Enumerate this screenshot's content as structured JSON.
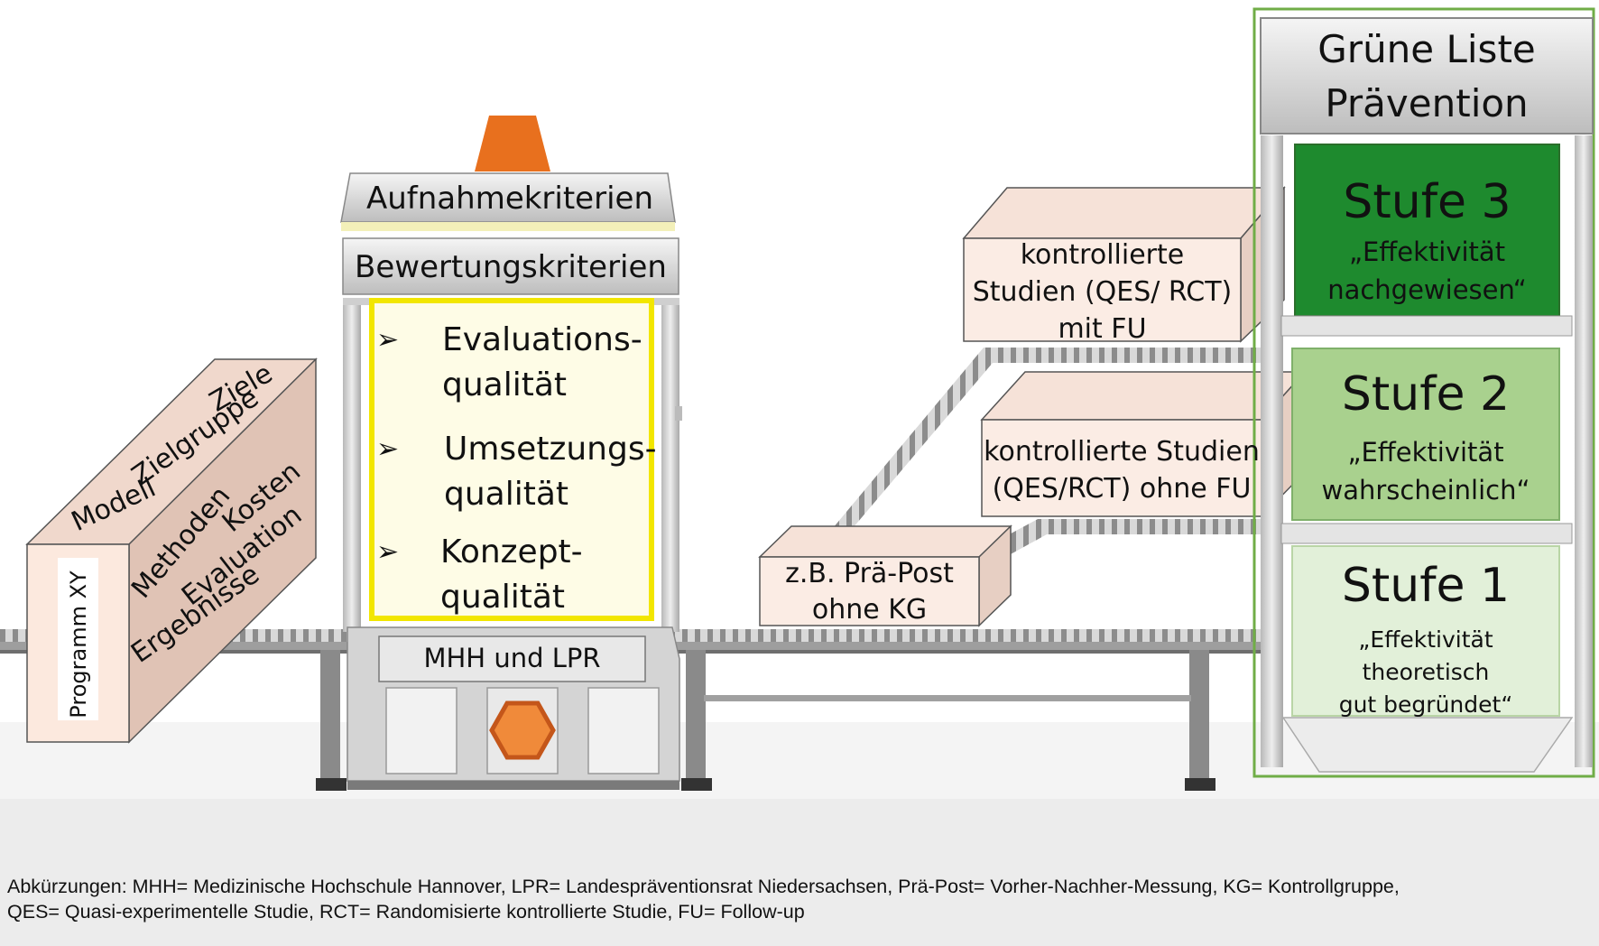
{
  "program": {
    "label": "Programm XY",
    "attributes": [
      "Ziele",
      "Zielgruppe",
      "Modell",
      "Methoden",
      "Kosten",
      "Evaluation",
      "Ergebnisse"
    ]
  },
  "machine": {
    "top_sign": "Aufnahmekriterien",
    "second_sign": "Bewertungskriterien",
    "criteria": [
      {
        "bullet": "➢",
        "line1": "Evaluations-",
        "line2": "qualität"
      },
      {
        "bullet": "➢",
        "line1": "Umsetzungs-",
        "line2": "qualität"
      },
      {
        "bullet": "➢",
        "line1": "Konzept-",
        "line2": "qualität"
      }
    ],
    "base_label": "MHH und LPR"
  },
  "boxes": {
    "box1": {
      "line1": "kontrollierte",
      "line2": "Studien (QES/ RCT)",
      "line3": "mit FU"
    },
    "box2": {
      "line1": "kontrollierte Studien",
      "line2": "(QES/RCT) ohne FU"
    },
    "box3": {
      "line1": "z.B. Prä-Post",
      "line2": "ohne KG"
    }
  },
  "shelf": {
    "title_line1": "Grüne Liste",
    "title_line2": "Prävention",
    "levels": [
      {
        "title": "Stufe 3",
        "line1": "„Effektivität",
        "line2": "nachgewiesen“",
        "color": "#1e8a2e"
      },
      {
        "title": "Stufe 2",
        "line1": "„Effektivität",
        "line2": "wahrscheinlich“",
        "color": "#a9d18e"
      },
      {
        "title": "Stufe 1",
        "line1": "„Effektivität theoretisch",
        "line2": "gut begründet“",
        "color": "#e2f0d9"
      }
    ]
  },
  "footer": {
    "line1": "Abkürzungen: MHH= Medizinische Hochschule Hannover, LPR= Landespräventionsrat Niedersachsen, Prä-Post= Vorher-Nachher-Messung, KG= Kontrollgruppe,",
    "line2": "QES= Quasi-experimentelle Studie, RCT= Randomisierte kontrollierte Studie, FU= Follow-up"
  }
}
